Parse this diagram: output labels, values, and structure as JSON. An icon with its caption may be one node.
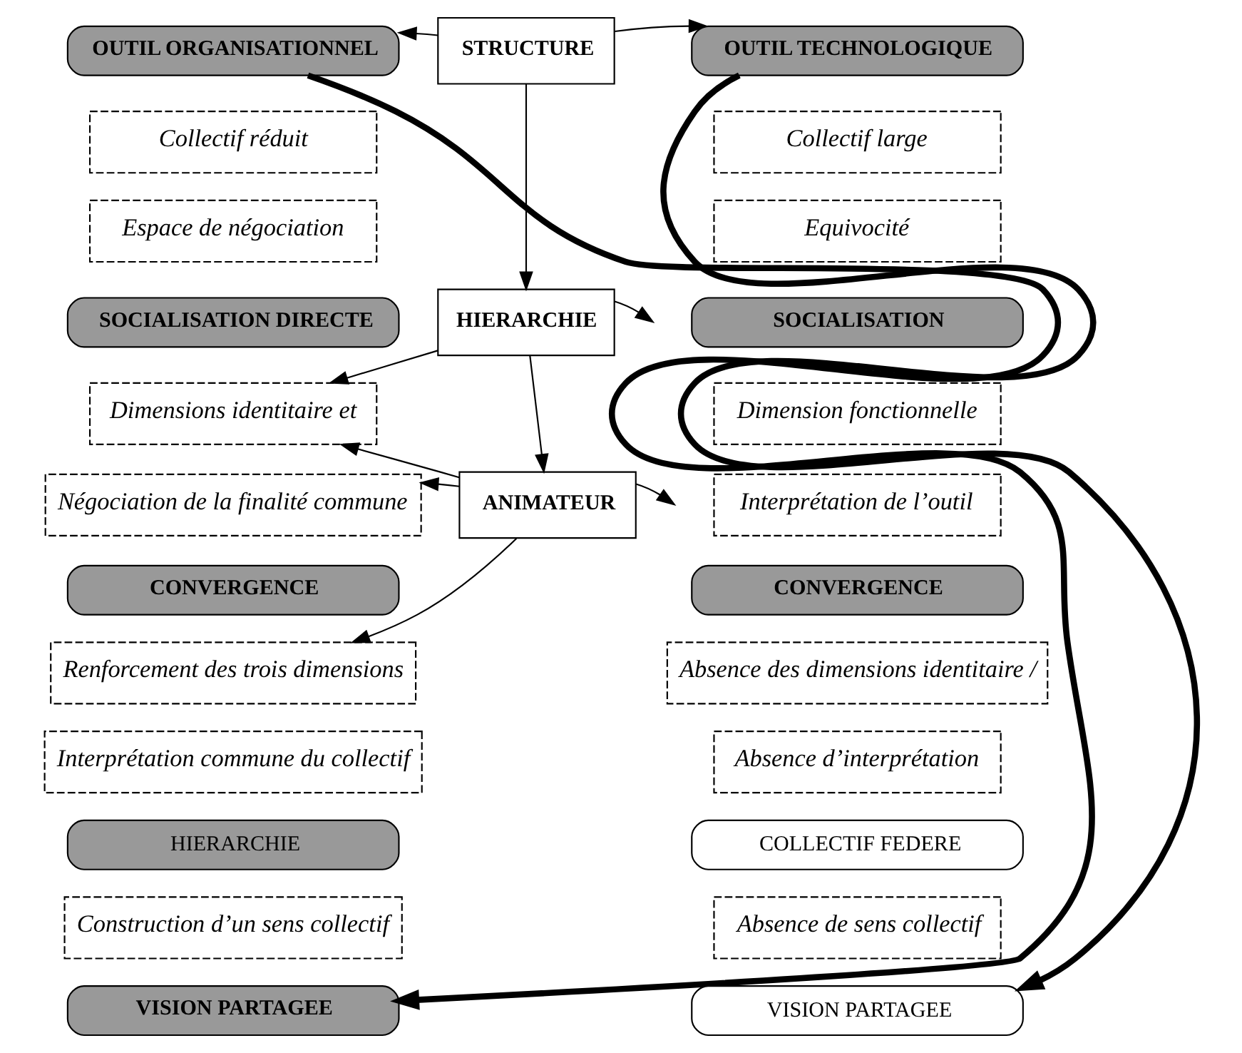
{
  "diagram": {
    "nodes": [
      {
        "text": [
          "OUTIL ORGANISATIONNEL"
        ]
      },
      {
        "text": [
          "STRUCTURE"
        ]
      },
      {
        "text": [
          "OUTIL TECHNOLOGIQUE"
        ]
      },
      {
        "text": [
          "Collectif réduit"
        ]
      },
      {
        "text": [
          "Collectif large"
        ]
      },
      {
        "text": [
          "Espace de négociation"
        ]
      },
      {
        "text": [
          "Equivocité"
        ]
      },
      {
        "text": [
          "SOCIALISATION DIRECTE"
        ]
      },
      {
        "text": [
          "HIERARCHIE"
        ]
      },
      {
        "text": [
          "SOCIALISATION"
        ]
      },
      {
        "text": [
          "Dimensions identitaire et"
        ]
      },
      {
        "text": [
          "Dimension fonctionnelle"
        ]
      },
      {
        "text": [
          "Négociation de la finalité commune"
        ]
      },
      {
        "text": [
          "ANIMATEUR"
        ]
      },
      {
        "text": [
          "Interprétation de l’outil"
        ]
      },
      {
        "text": [
          "CONVERGENCE"
        ]
      },
      {
        "text": [
          "CONVERGENCE"
        ]
      },
      {
        "text": [
          "Renforcement des trois dimensions"
        ]
      },
      {
        "text": [
          "Absence des dimensions identitaire /"
        ]
      },
      {
        "text": [
          "Interprétation commune du collectif"
        ]
      },
      {
        "text": [
          "Absence d’interprétation"
        ]
      },
      {
        "text": [
          "HIERARCHIE"
        ]
      },
      {
        "text": [
          "COLLECTIF FEDERE"
        ]
      },
      {
        "text": [
          "Construction d’un sens collectif"
        ]
      },
      {
        "text": [
          "Absence de sens collectif"
        ]
      },
      {
        "text": [
          "VISION PARTAGEE"
        ]
      },
      {
        "text": [
          "VISION PARTAGEE"
        ]
      }
    ],
    "edges": [
      {
        "from": 1,
        "to": 0,
        "arrow": "to"
      },
      {
        "from": 1,
        "to": 2,
        "arrow": "to"
      },
      {
        "from": 1,
        "to": 8,
        "arrow": "to"
      },
      {
        "from": 8,
        "to": 10,
        "arrow": "to"
      },
      {
        "from": 8,
        "to": null,
        "arrow": "to"
      },
      {
        "from": 8,
        "to": 13,
        "arrow": "to"
      },
      {
        "from": 13,
        "to": 10,
        "arrow": "to"
      },
      {
        "from": 13,
        "to": 12,
        "arrow": "to"
      },
      {
        "from": 13,
        "to": null,
        "arrow": "to"
      },
      {
        "from": 13,
        "to": 17,
        "arrow": "to"
      },
      {
        "from": 0,
        "to": 25,
        "arrow": "to",
        "style": "thick"
      },
      {
        "from": 2,
        "to": 26,
        "arrow": "to",
        "style": "thick"
      }
    ]
  }
}
